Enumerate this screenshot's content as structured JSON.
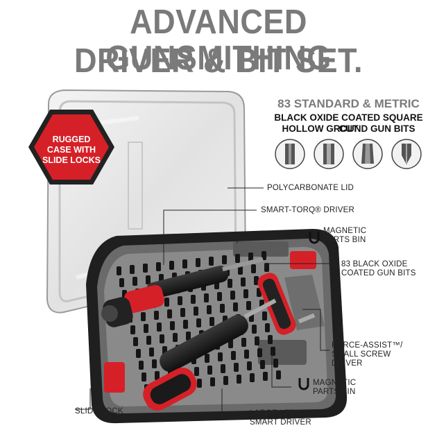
{
  "title": {
    "line1": "ADVANCED GUNSMITHING",
    "line2": "DRIVER & BIT SET."
  },
  "bits_heading": {
    "line1": "83 STANDARD & METRIC",
    "line2": "BLACK OXIDE COATED SQUARE CUT",
    "line3": "HOLLOW GROUND GUN BITS"
  },
  "badge": {
    "line1": "RUGGED",
    "line2": "CASE WITH",
    "line3": "SLIDE LOCKS",
    "color": "#d62027"
  },
  "callouts": {
    "lid": "POLYCARBONATE LID",
    "driver": "SMART-TORQ® DRIVER",
    "parts_bin_top_1": "MAGNETIC",
    "parts_bin_top_2": "PARTS BIN",
    "bits_1": "83 BLACK OXIDE",
    "bits_2": "COATED GUN BITS",
    "force_1": "FORCE-ASSIST™/",
    "force_2": "SMALL SCREW",
    "force_3": "DRIVER",
    "parts_bin_bottom_1": "MAGNETIC",
    "parts_bin_bottom_2": "PARTS BIN",
    "slide_lock": "SLIDE LOCK",
    "led_1": "LARGE LED",
    "led_2": "SMART DRIVER"
  },
  "icons": [
    "flat-bit-icon",
    "hex-bit-icon",
    "slotted-bit-icon",
    "phillips-bit-icon",
    "magnet-icon"
  ],
  "colors": {
    "accent_red": "#d62027",
    "title_gray": "#7a7a7a"
  }
}
